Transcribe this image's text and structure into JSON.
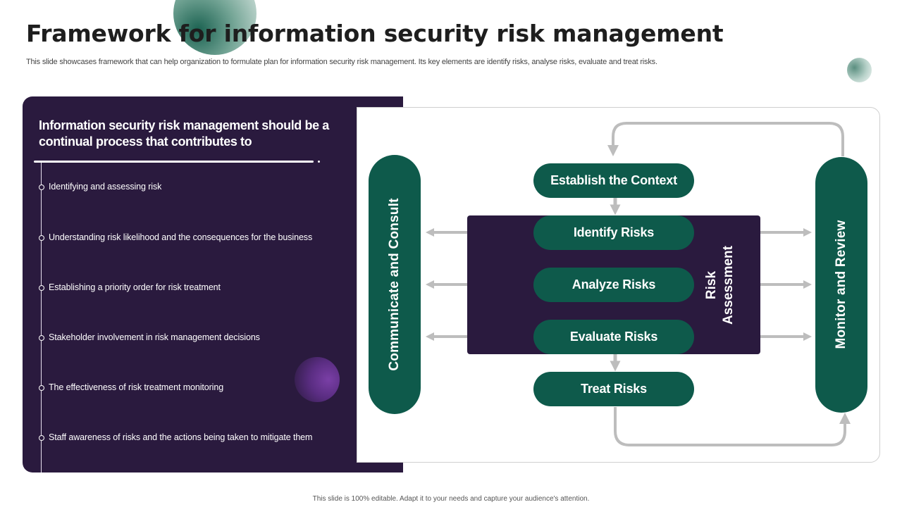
{
  "title": "Framework for information security risk management",
  "subtitle": "This slide showcases framework that can help organization to formulate plan for information security risk management. Its key elements are identify risks, analyse risks, evaluate and treat risks.",
  "left_panel": {
    "heading": "Information security risk management should be a continual process that contributes to",
    "items": [
      "Identifying and assessing risk",
      "Understanding risk likelihood and the consequences for the business",
      "Establishing a priority order for risk treatment",
      "Stakeholder involvement  in risk management decisions",
      "The effectiveness of risk treatment monitoring",
      "Staff awareness of risks and the actions being taken to mitigate them"
    ]
  },
  "diagram": {
    "left_pill": "Communicate and Consult",
    "right_pill": "Monitor and Review",
    "risk_assessment_line1": "Risk",
    "risk_assessment_line2": "Assessment",
    "steps": [
      "Establish the Context",
      "Identify Risks",
      "Analyze Risks",
      "Evaluate Risks",
      "Treat Risks"
    ]
  },
  "footer": "This slide is 100% editable. Adapt it to your needs and capture your audience's attention.",
  "colors": {
    "dark_purple": "#2a1a3e",
    "dark_green": "#0e5a4b",
    "arrow_gray": "#bdbdbd"
  }
}
